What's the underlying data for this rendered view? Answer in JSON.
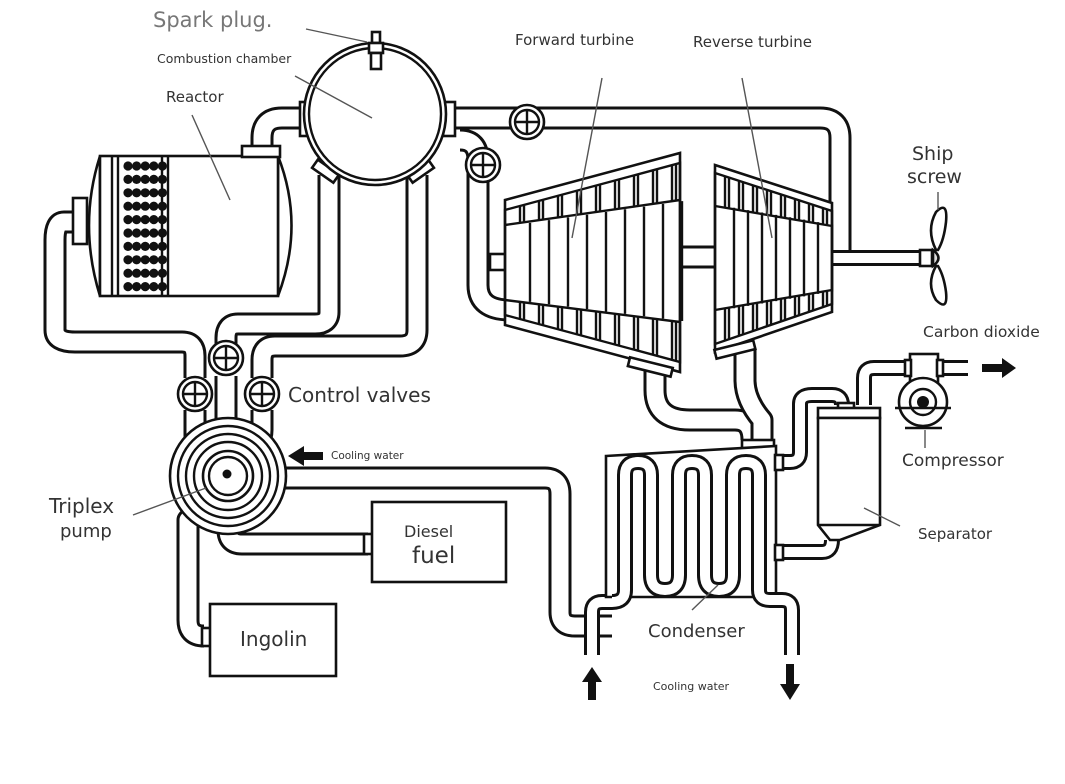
{
  "diagram": {
    "title": "Hybrid nuclear-diesel marine propulsion system",
    "labels": {
      "spark_plug": "Spark plug.",
      "combustion_chamber": "Combustion chamber",
      "reactor": "Reactor",
      "forward_turbine": "Forward turbine",
      "reverse_turbine": "Reverse turbine",
      "ship_screw_line1": "Ship",
      "ship_screw_line2": "screw",
      "carbon_dioxide": "Carbon dioxide",
      "control_valves": "Control valves",
      "cooling_water_pump": "Cooling water",
      "compressor": "Compressor",
      "triplex_pump_line1": "Triplex",
      "triplex_pump_line2": "pump",
      "separator": "Separator",
      "diesel_fuel_line1": "Diesel",
      "diesel_fuel_line2": "fuel",
      "ingolin": "Ingolin",
      "condenser": "Condenser",
      "cooling_water_condenser": "Cooling water"
    },
    "components": [
      "spark-plug",
      "combustion-chamber",
      "reactor",
      "forward-turbine",
      "reverse-turbine",
      "ship-screw",
      "compressor",
      "separator",
      "condenser",
      "triplex-pump",
      "control-valves",
      "diesel-fuel-tank",
      "ingolin-tank"
    ],
    "flow_arrows": {
      "carbon_dioxide": "right",
      "cooling_water_pump_inlet": "left",
      "cooling_water_condenser_inlet": "up",
      "cooling_water_condenser_outlet": "down"
    },
    "colors": {
      "line": "#111111",
      "label": "#333333",
      "label_muted": "#777777",
      "background": "#ffffff"
    }
  }
}
